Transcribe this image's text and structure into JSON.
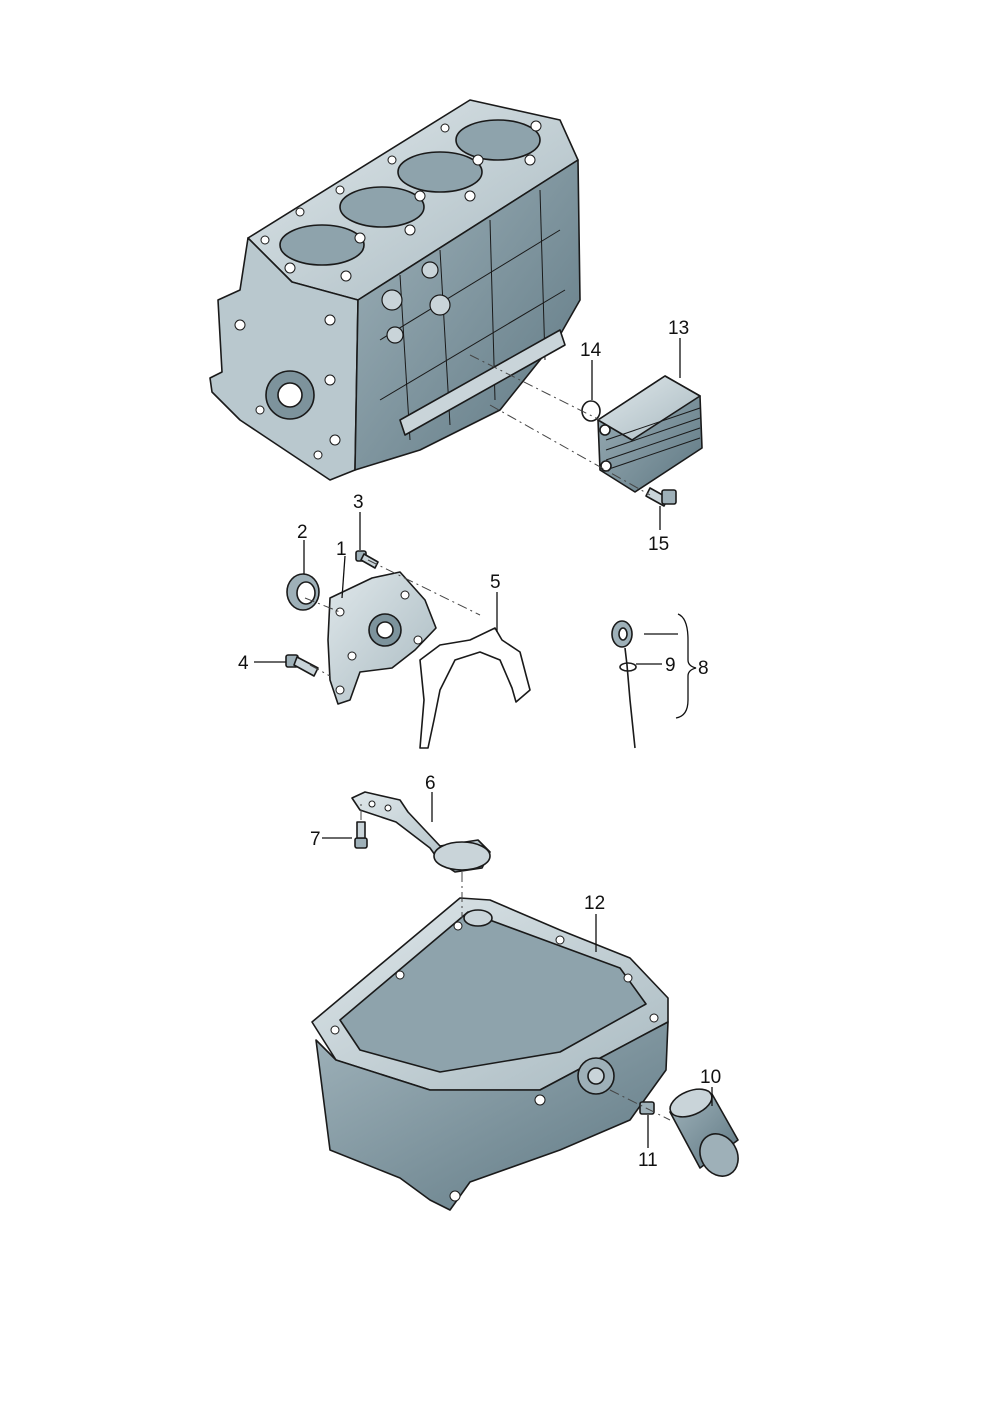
{
  "colors": {
    "part_fill": "#c9d4d9",
    "part_shade": "#9eb0b8",
    "part_dark": "#6f8791",
    "outline": "#1a1a1a",
    "background": "#ffffff"
  },
  "callouts": {
    "c1": "1",
    "c2": "2",
    "c3": "3",
    "c4": "4",
    "c5": "5",
    "c6": "6",
    "c7": "7",
    "c8": "8",
    "c9": "9",
    "c10": "10",
    "c11": "11",
    "c12": "12",
    "c13": "13",
    "c14": "14",
    "c15": "15"
  }
}
